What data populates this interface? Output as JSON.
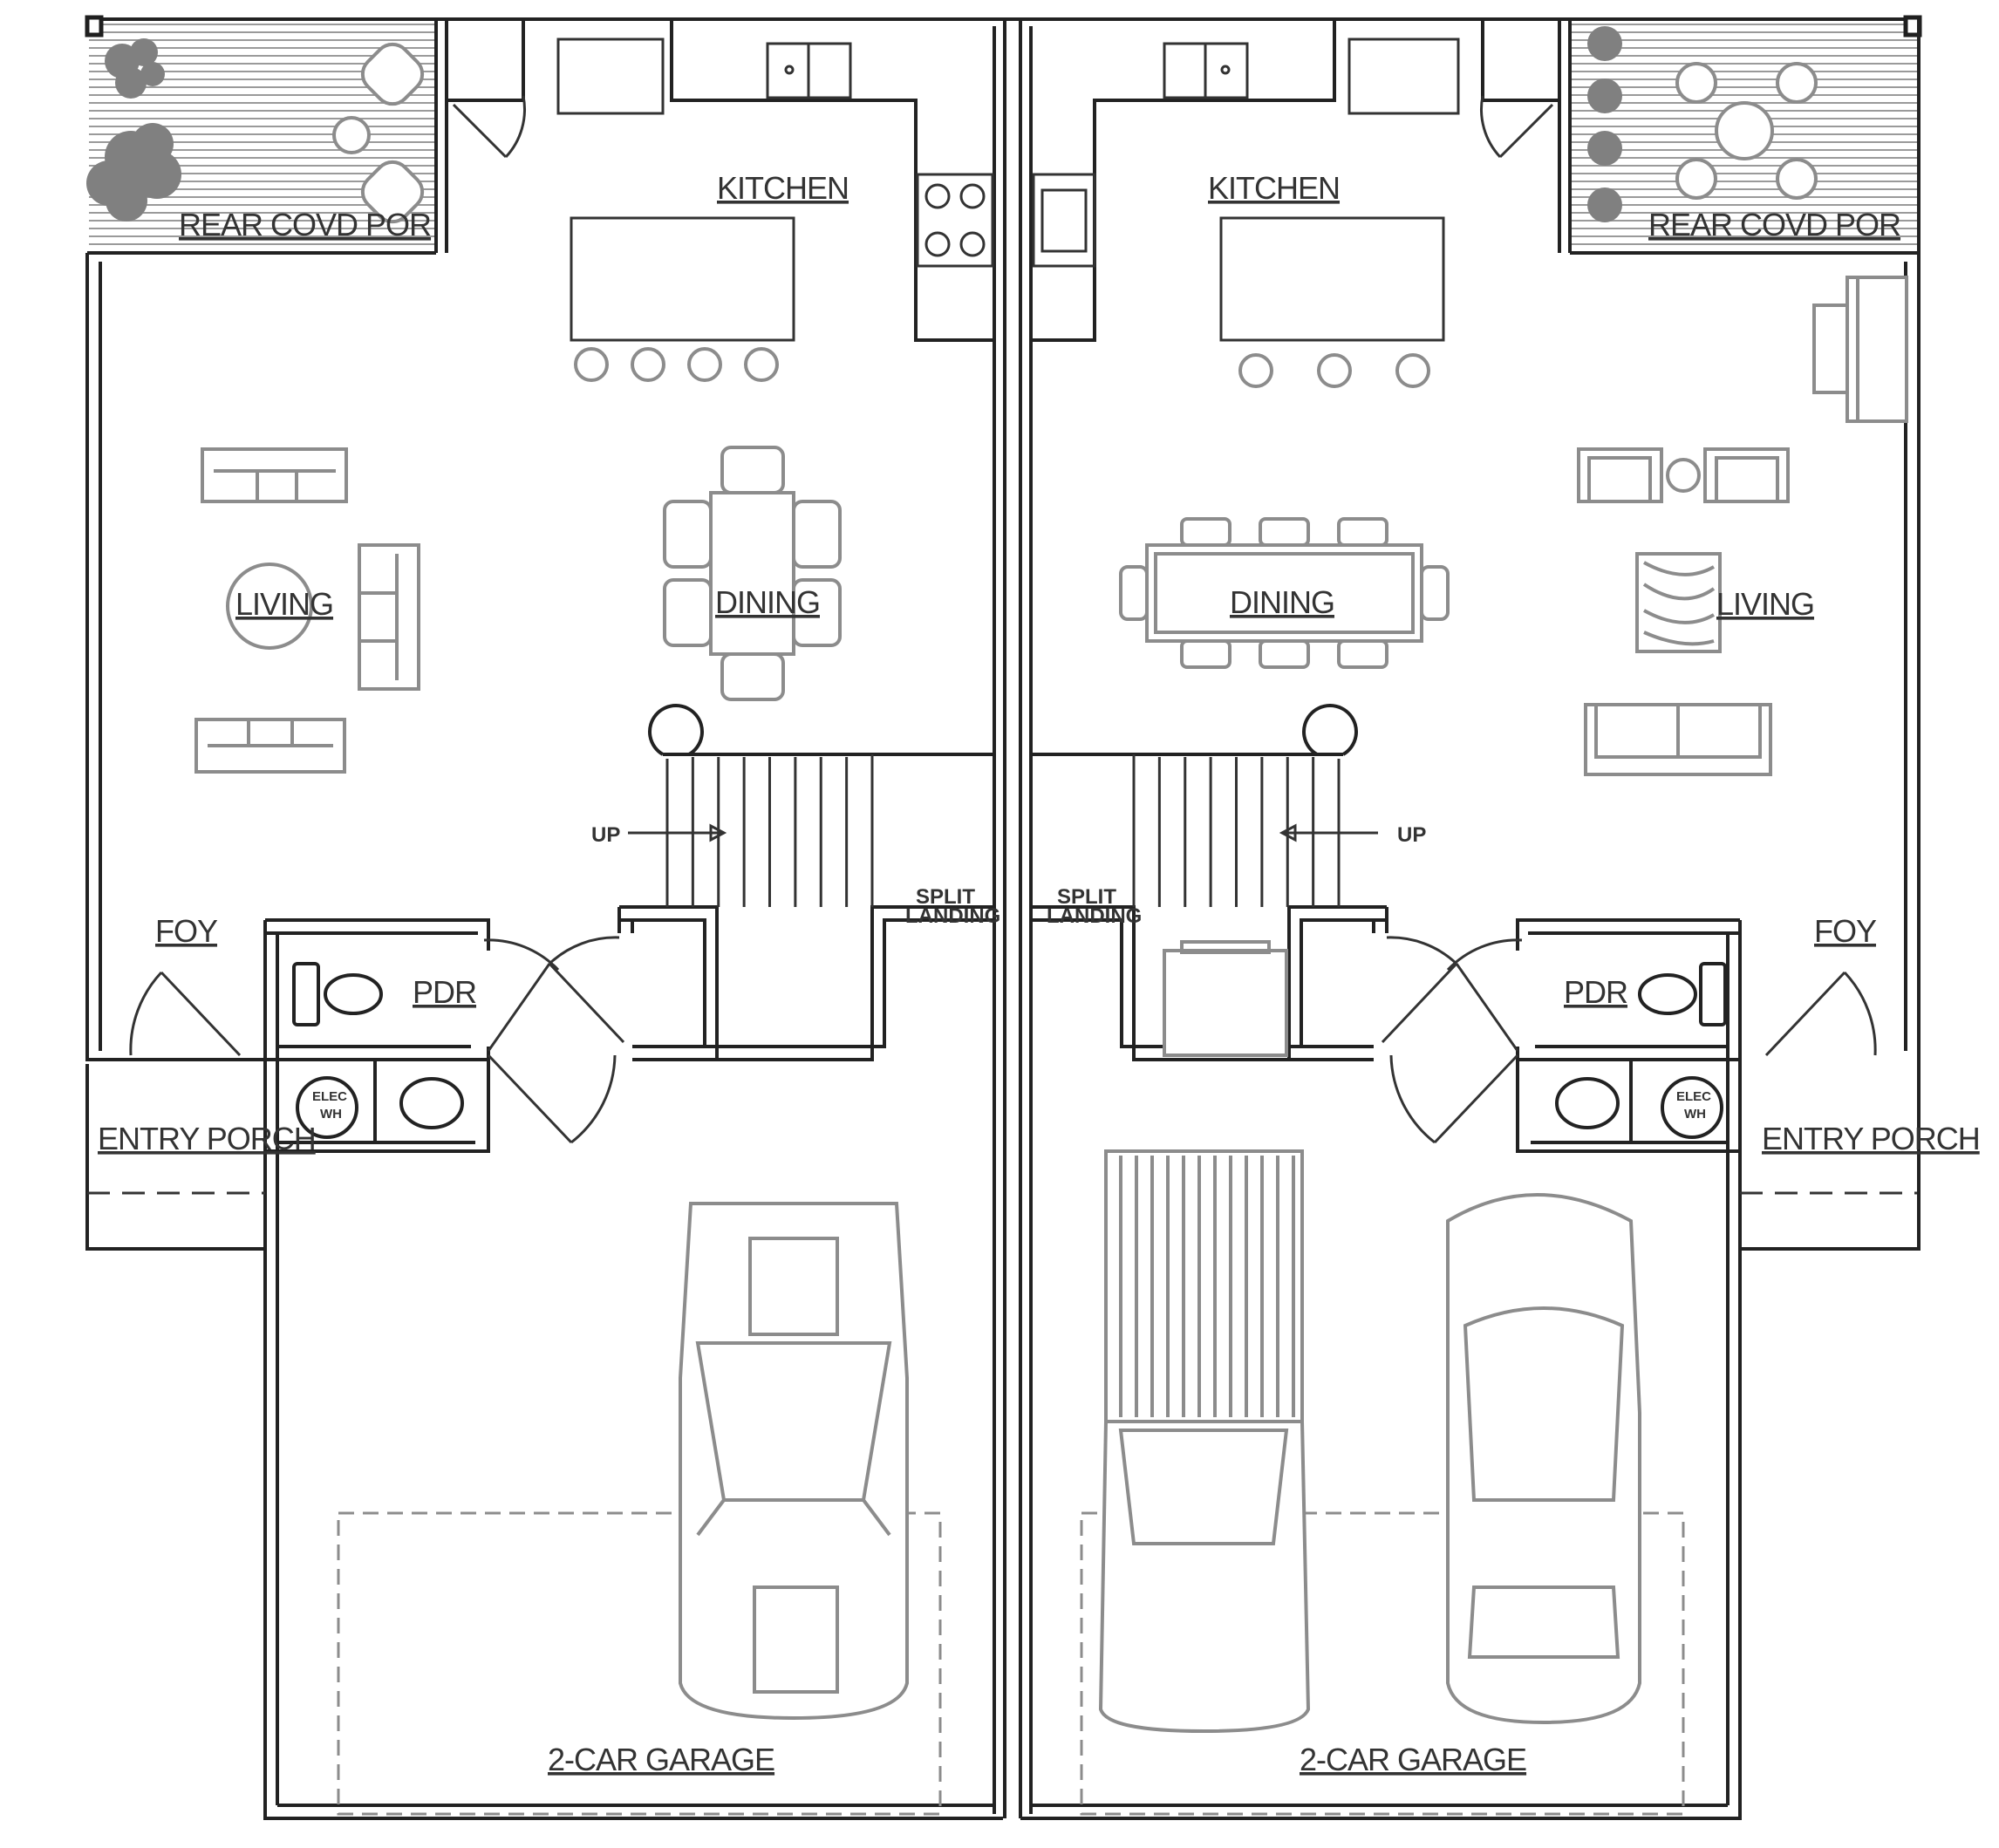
{
  "unit_left": {
    "rear_porch": "REAR COVD POR",
    "kitchen": "KITCHEN",
    "living": "LIVING",
    "dining": "DINING",
    "stair_up": "UP",
    "split_landing_1": "SPLIT",
    "split_landing_2": "LANDING",
    "foyer": "FOY",
    "powder": "PDR",
    "elec_1": "ELEC",
    "elec_2": "WH",
    "entry_porch": "ENTRY PORCH",
    "garage": "2-CAR GARAGE"
  },
  "unit_right": {
    "rear_porch": "REAR COVD POR",
    "kitchen": "KITCHEN",
    "living": "LIVING",
    "dining": "DINING",
    "stair_up": "UP",
    "split_landing_1": "SPLIT",
    "split_landing_2": "LANDING",
    "foyer": "FOY",
    "powder": "PDR",
    "elec_1": "ELEC",
    "elec_2": "WH",
    "entry_porch": "ENTRY PORCH",
    "garage": "2-CAR GARAGE"
  },
  "colors": {
    "wall": "#1f1f1f",
    "furniture": "#8c8c8c",
    "background": "#ffffff"
  }
}
